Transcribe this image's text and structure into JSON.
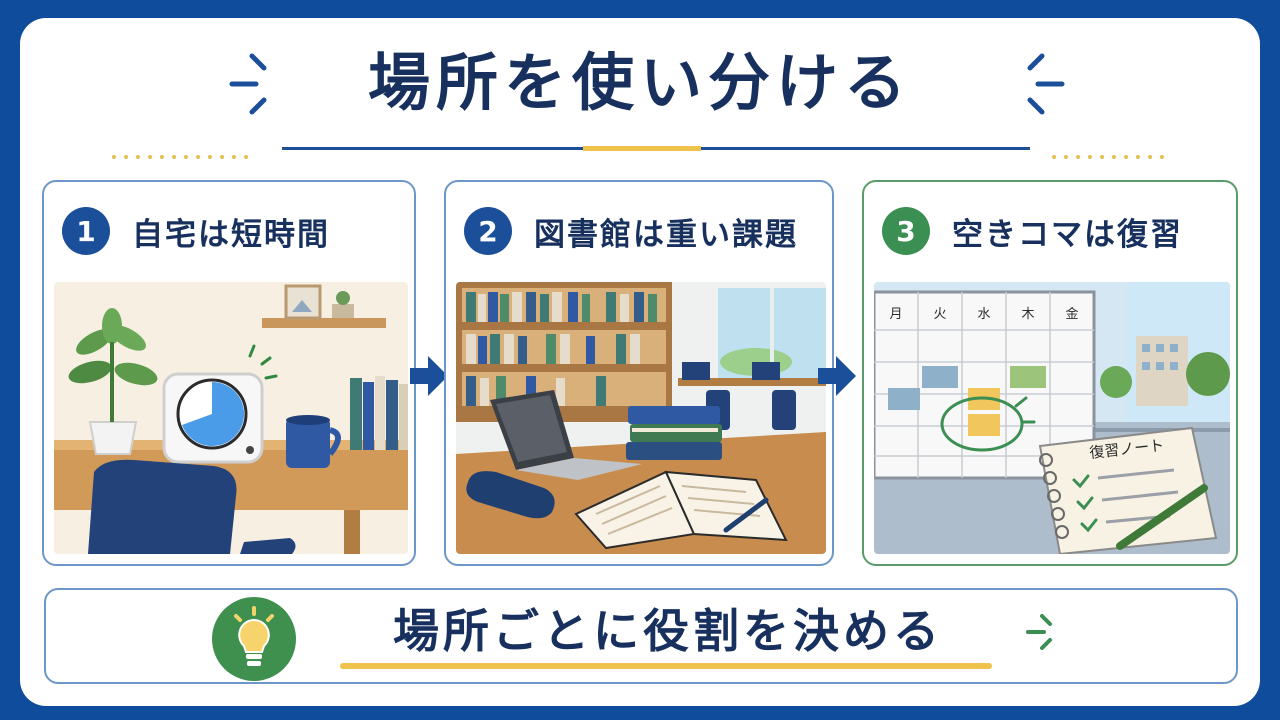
{
  "title": "場所を使い分ける",
  "steps": [
    {
      "number": "1",
      "label": "自宅は短時間"
    },
    {
      "number": "2",
      "label": "図書館は重い課題"
    },
    {
      "number": "3",
      "label": "空きコマは復習"
    }
  ],
  "calendar": {
    "days": [
      "月",
      "火",
      "水",
      "木",
      "金"
    ]
  },
  "notebook_label": "復習ノート",
  "summary": "場所ごとに役割を決める",
  "colors": {
    "frame": "#0f4d9c",
    "navy_text": "#17305e",
    "accent_blue": "#1c4f9a",
    "accent_green": "#3b8f52",
    "accent_yellow": "#efc24b"
  },
  "icons": [
    "timer-icon",
    "plant-icon",
    "mug-icon",
    "laptop-icon",
    "pencil-case-icon",
    "calendar-icon",
    "notebook-icon",
    "lightbulb-icon",
    "arrow-right-icon"
  ]
}
